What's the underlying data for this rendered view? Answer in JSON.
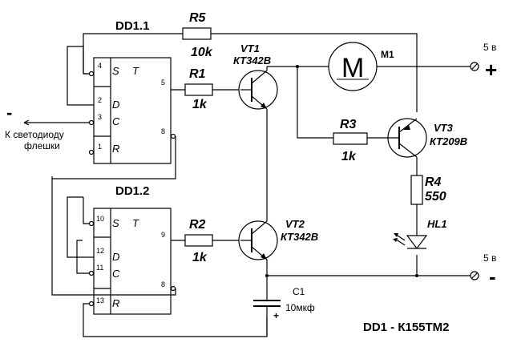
{
  "chips": {
    "dd1_1": {
      "name": "DD1.1",
      "t": "T",
      "pins": {
        "s": "4",
        "q": "5",
        "d": "2",
        "c": "3",
        "nq": "8",
        "r": "1"
      }
    },
    "dd1_2": {
      "name": "DD1.2",
      "t": "T",
      "pins": {
        "s": "10",
        "q": "9",
        "d": "12",
        "c": "11",
        "nq": "8",
        "r": "13"
      }
    },
    "inputs": {
      "s": "S",
      "d": "D",
      "c": "C",
      "r": "R"
    }
  },
  "resistors": {
    "r5": {
      "name": "R5",
      "value": "10k"
    },
    "r1": {
      "name": "R1",
      "value": "1k"
    },
    "r2": {
      "name": "R2",
      "value": "1k"
    },
    "r3": {
      "name": "R3",
      "value": "1k"
    },
    "r4": {
      "name": "R4",
      "value": "550"
    }
  },
  "transistors": {
    "vt1": {
      "name": "VT1",
      "type": "КТ342В"
    },
    "vt2": {
      "name": "VT2",
      "type": "КТ342В"
    },
    "vt3": {
      "name": "VT3",
      "type": "КТ209В"
    }
  },
  "motor": {
    "name": "M1",
    "symbol": "M"
  },
  "led": {
    "name": "HL1"
  },
  "capacitor": {
    "name": "C1",
    "value": "10мкф",
    "polarity": "+"
  },
  "terminals": {
    "plus": {
      "voltage": "5 в",
      "sign": "+"
    },
    "minus": {
      "voltage": "5 в",
      "sign": "-"
    }
  },
  "input_signal": {
    "sign": "-",
    "line1": "К светодиоду",
    "line2": "флешки"
  },
  "caption": "DD1 - К155ТМ2"
}
